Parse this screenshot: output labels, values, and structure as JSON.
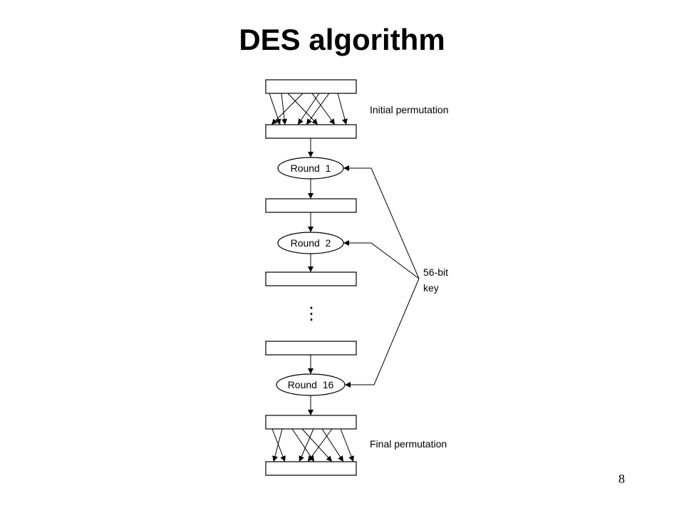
{
  "slide": {
    "title": "DES algorithm",
    "page_number": "8"
  },
  "diagram": {
    "labels": {
      "initial_permutation": "Initial permutation",
      "final_permutation": "Final permutation",
      "key_line1": "56-bit",
      "key_line2": "key"
    },
    "rounds": [
      "Round  1",
      "Round  2",
      "Round  16"
    ],
    "ellipsis": "⋮"
  }
}
